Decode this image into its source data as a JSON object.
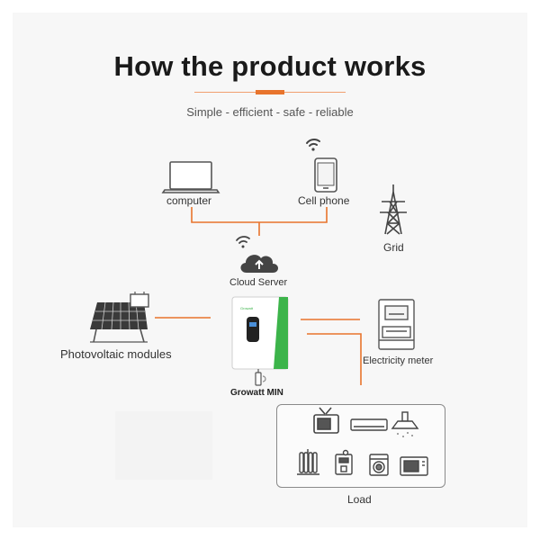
{
  "header": {
    "title": "How the product works",
    "subtitle": "Simple - efficient - safe - reliable"
  },
  "nodes": {
    "computer": "computer",
    "cell_phone": "Cell phone",
    "grid": "Grid",
    "cloud_server": "Cloud Server",
    "photovoltaic": "Photovoltaic modules",
    "inverter": "Growatt MIN",
    "meter": "Electricity meter",
    "load": "Load"
  },
  "inverter_brand_mark": "Growatt",
  "colors": {
    "connector": "#e8742c",
    "accent": "#e8742c",
    "inverter_stripe": "#3cb44a",
    "icon_stroke": "#555555"
  },
  "icons": [
    "computer-icon",
    "cell-phone-icon",
    "wifi-icon",
    "power-tower-icon",
    "cloud-upload-icon",
    "solar-panel-icon",
    "inverter-icon",
    "wifi-dongle-icon",
    "electricity-meter-icon",
    "tv-icon",
    "air-conditioner-icon",
    "range-hood-icon",
    "heater-icon",
    "coffee-machine-icon",
    "washing-machine-icon",
    "microwave-icon"
  ]
}
